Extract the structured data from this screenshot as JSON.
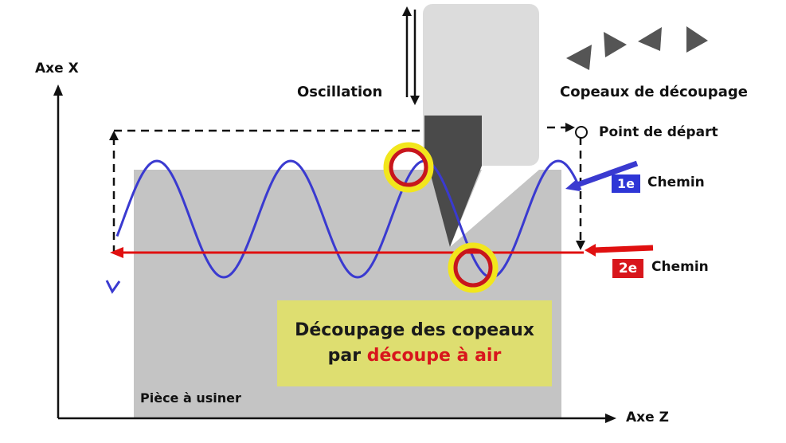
{
  "labels": {
    "axe_x": "Axe X",
    "axe_z": "Axe Z",
    "oscillation": "Oscillation",
    "copeaux": "Copeaux de découpage",
    "point_depart": "Point de départ",
    "chemin1_badge": "1e",
    "chemin1_text": "Chemin",
    "chemin2_badge": "2e",
    "chemin2_text": "Chemin",
    "piece": "Pièce à usiner",
    "box_line1": "Découpage des copeaux",
    "box_line2_prefix": "par ",
    "box_line2_highlight": "découpe à air"
  },
  "colors": {
    "path1_blue": "#3a3ad0",
    "path2_red": "#e01010",
    "badge1_bg": "#2e36d6",
    "badge2_bg": "#d8161c",
    "highlight_text": "#d8161c",
    "workpiece_gray": "#c4c4c4",
    "tool_light": "#dcdcdc",
    "tool_dark": "#4a4a4a",
    "yellow_box": "#dede70",
    "circle_yellow": "#f2e61c",
    "circle_red": "#c8161c"
  },
  "icons": [
    "chip-triangle-icon",
    "chip-triangle-icon",
    "chip-triangle-icon",
    "chip-triangle-icon"
  ]
}
